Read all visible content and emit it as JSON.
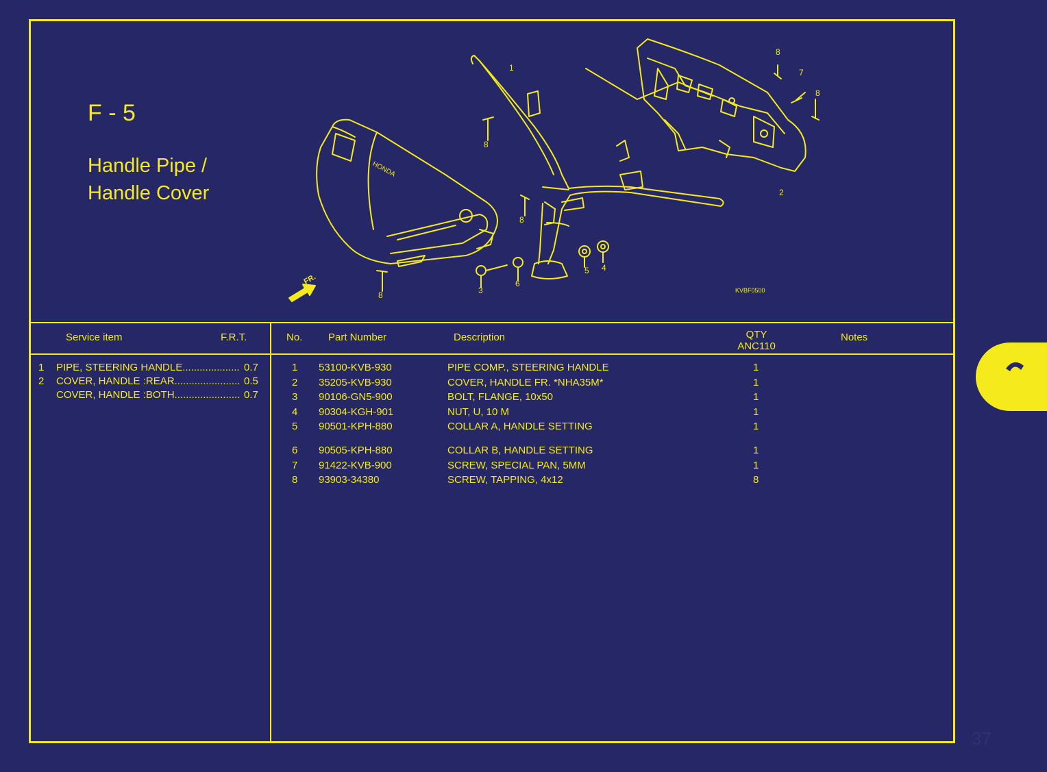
{
  "section": {
    "code": "F - 5",
    "title_line1": "Handle Pipe /",
    "title_line2": "Handle Cover"
  },
  "diagram": {
    "ref_code": "KVBF0500",
    "front_label": "FR.",
    "brand": "HONDA",
    "callouts": [
      "1",
      "8",
      "8",
      "8",
      "3",
      "6",
      "5",
      "4",
      "8",
      "7",
      "8",
      "2"
    ]
  },
  "service_table": {
    "headers": {
      "item": "Service item",
      "frt": "F.R.T."
    },
    "rows": [
      {
        "num": "1",
        "item": "PIPE, STEERING HANDLE",
        "frt": "0.7"
      },
      {
        "num": "2",
        "item": "COVER, HANDLE :REAR",
        "frt": "0.5"
      },
      {
        "num": "",
        "item": "COVER, HANDLE :BOTH",
        "frt": "0.7"
      }
    ]
  },
  "parts_table": {
    "headers": {
      "no": "No.",
      "part_number": "Part Number",
      "description": "Description",
      "qty": "QTY",
      "qty_model": "ANC110",
      "notes": "Notes"
    },
    "rows": [
      {
        "no": "1",
        "part": "53100-KVB-930",
        "desc": "PIPE COMP., STEERING HANDLE",
        "qty": "1"
      },
      {
        "no": "2",
        "part": "35205-KVB-930",
        "desc": "COVER, HANDLE FR. *NHA35M*",
        "qty": "1"
      },
      {
        "no": "3",
        "part": "90106-GN5-900",
        "desc": "BOLT, FLANGE, 10x50",
        "qty": "1"
      },
      {
        "no": "4",
        "part": "90304-KGH-901",
        "desc": "NUT, U, 10 M",
        "qty": "1"
      },
      {
        "no": "5",
        "part": "90501-KPH-880",
        "desc": "COLLAR A, HANDLE SETTING",
        "qty": "1"
      },
      {
        "no": "6",
        "part": "90505-KPH-880",
        "desc": "COLLAR B, HANDLE SETTING",
        "qty": "1"
      },
      {
        "no": "7",
        "part": "91422-KVB-900",
        "desc": "SCREW, SPECIAL PAN, 5MM",
        "qty": "1"
      },
      {
        "no": "8",
        "part": "93903-34380",
        "desc": "SCREW, TAPPING, 4x12",
        "qty": "8"
      }
    ]
  },
  "page_number": "37",
  "colors": {
    "background": "#252766",
    "accent": "#f4ea1c"
  }
}
